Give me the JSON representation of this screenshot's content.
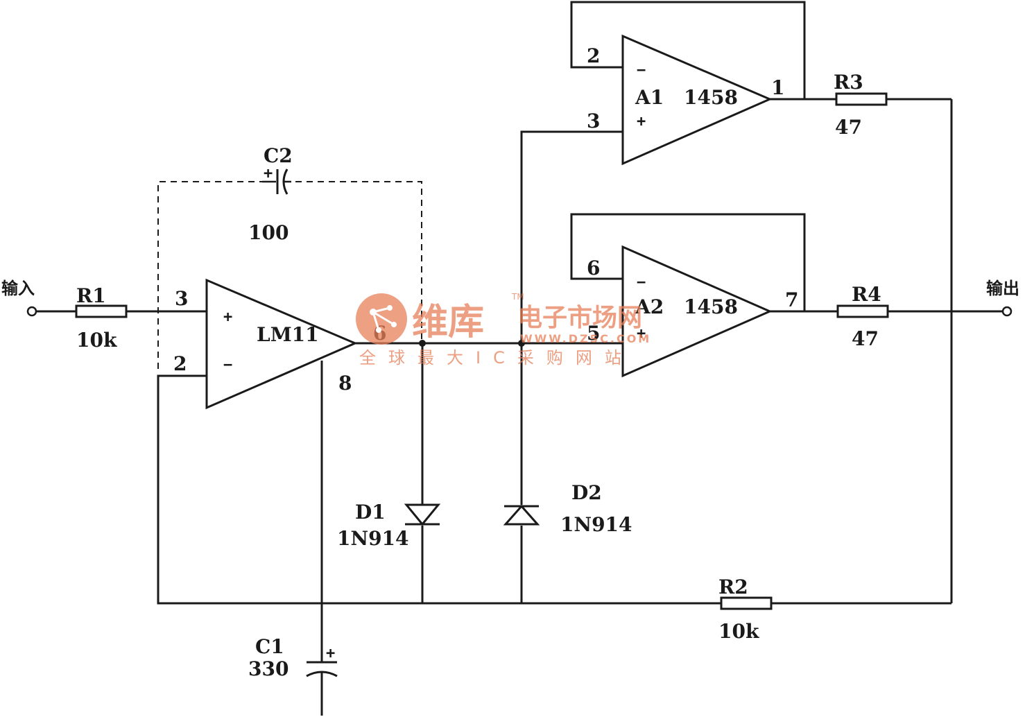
{
  "labels": {
    "input": "输入",
    "output": "输出"
  },
  "components": {
    "r1": {
      "name": "R1",
      "value": "10k"
    },
    "r2": {
      "name": "R2",
      "value": "10k"
    },
    "r3": {
      "name": "R3",
      "value": "47"
    },
    "r4": {
      "name": "R4",
      "value": "47"
    },
    "c1": {
      "name": "C1",
      "value": "330"
    },
    "c2": {
      "name": "C2",
      "value": "100"
    },
    "d1": {
      "name": "D1",
      "value": "1N914"
    },
    "d2": {
      "name": "D2",
      "value": "1N914"
    },
    "u1": {
      "name": "LM11",
      "pins": {
        "noninv": "3",
        "inv": "2",
        "out": "6",
        "comp": "8"
      }
    },
    "a1": {
      "name": "A1",
      "part": "1458",
      "pins": {
        "inv": "2",
        "noninv": "3",
        "out": "1"
      }
    },
    "a2": {
      "name": "A2",
      "part": "1458",
      "pins": {
        "inv": "6",
        "noninv": "5",
        "out": "7"
      }
    }
  },
  "symbols": {
    "plus": "+",
    "minus": "−"
  },
  "watermark": {
    "brand": "维库",
    "tagline": "电子市场网",
    "url": "WWW.DZSC.COM",
    "subtitle": "全球最大IC采购网站",
    "tm": "TM"
  }
}
